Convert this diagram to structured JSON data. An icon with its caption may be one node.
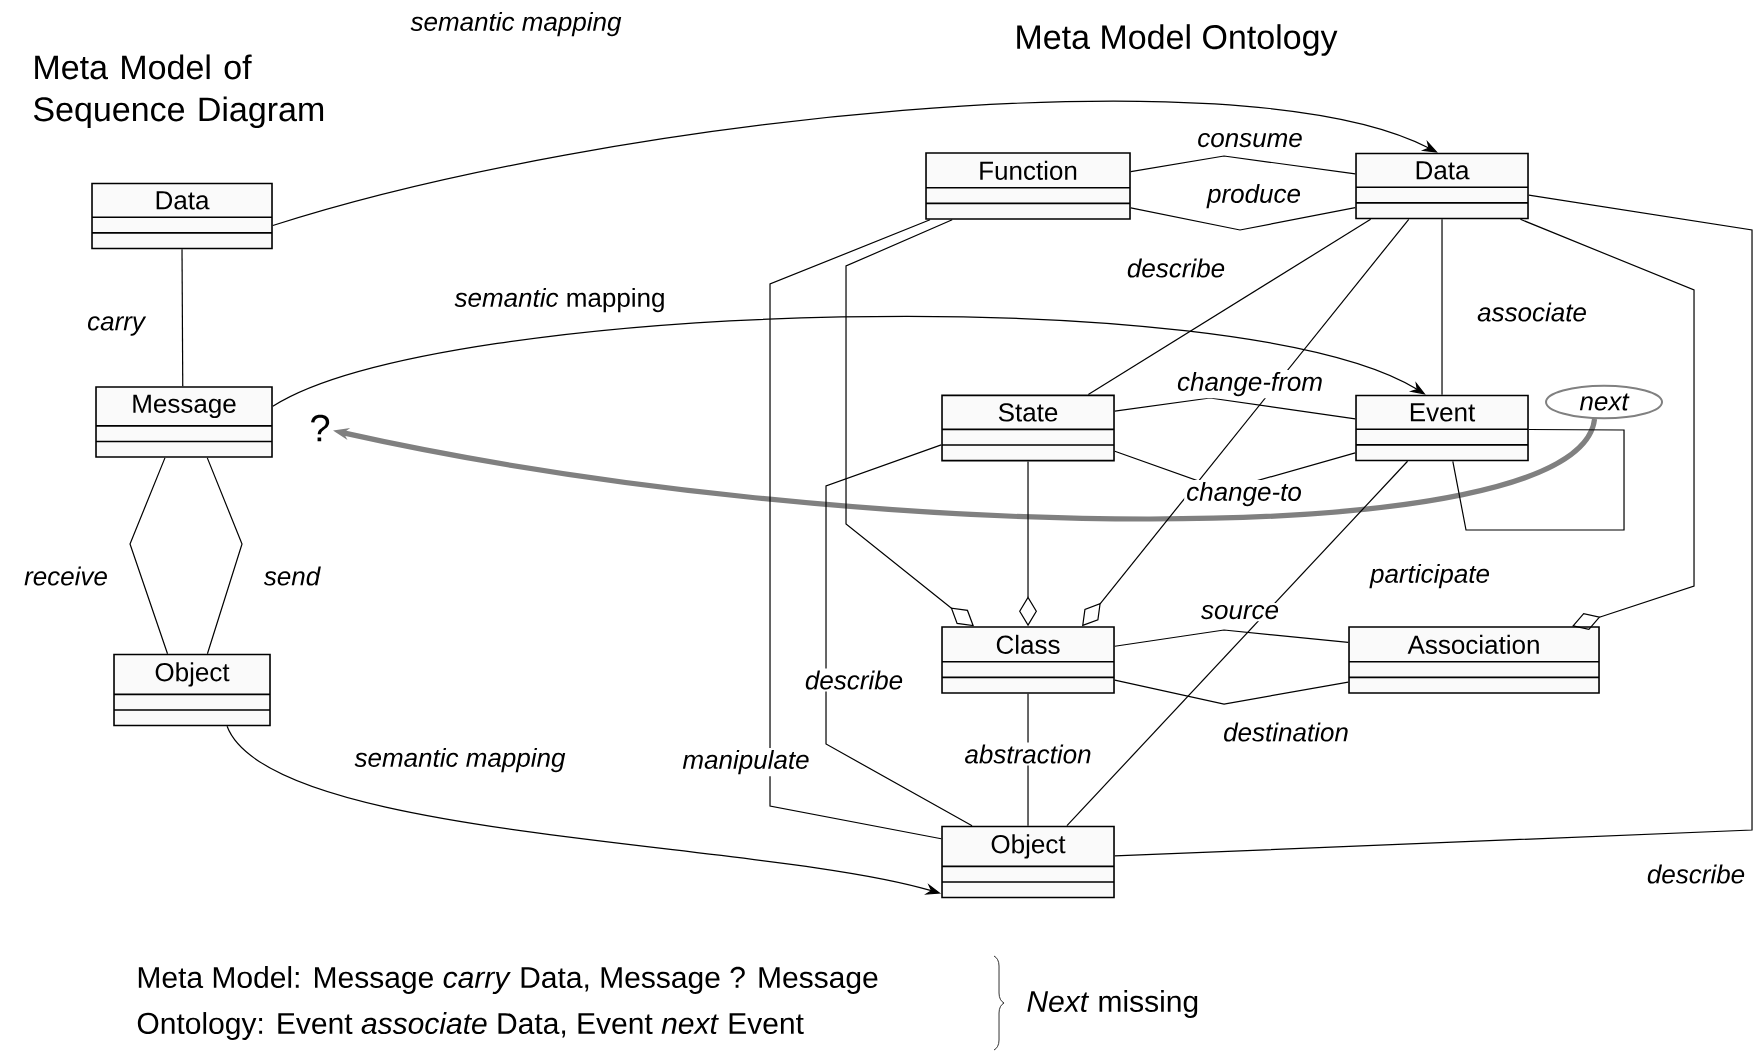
{
  "diagram": {
    "nodes": [
      {
        "text": [
          "Data"
        ]
      },
      {
        "text": [
          "Message"
        ]
      },
      {
        "text": [
          "Object"
        ]
      },
      {
        "text": [
          "Function"
        ]
      },
      {
        "text": [
          "Data"
        ]
      },
      {
        "text": [
          "State"
        ]
      },
      {
        "text": [
          "Event"
        ]
      },
      {
        "text": [
          "next"
        ]
      },
      {
        "text": [
          "?"
        ]
      },
      {
        "text": [
          "Class"
        ]
      },
      {
        "text": [
          "Association"
        ]
      },
      {
        "text": [
          "Object"
        ]
      }
    ],
    "edges": [
      {
        "from": 0,
        "to": 4,
        "arrow": "to",
        "label": "semantic mapping"
      },
      {
        "from": 0,
        "to": 1,
        "arrow": "none",
        "label": "carry"
      },
      {
        "from": 1,
        "to": 6,
        "arrow": "to",
        "label": "*semantic* mapping"
      },
      {
        "from": 1,
        "to": 2,
        "arrow": "none",
        "label": "receive"
      },
      {
        "from": 1,
        "to": 2,
        "arrow": "none",
        "label": "send"
      },
      {
        "from": 2,
        "to": 11,
        "arrow": "to",
        "label": "semantic mapping"
      },
      {
        "from": 7,
        "to": 8,
        "arrow": "to",
        "style": "thick",
        "color": "#808080"
      },
      {
        "from": 3,
        "to": 4,
        "arrow": "none",
        "label": "consume"
      },
      {
        "from": 3,
        "to": 4,
        "arrow": "none",
        "label": "produce"
      },
      {
        "from": 3,
        "to": 11,
        "arrow": "none",
        "label": "manipulate"
      },
      {
        "from": 3,
        "to": 9,
        "arrow": "other"
      },
      {
        "from": 4,
        "to": 5,
        "arrow": "none",
        "label": "describe"
      },
      {
        "from": 4,
        "to": 9,
        "arrow": "other"
      },
      {
        "from": 4,
        "to": 6,
        "arrow": "none",
        "label": "associate"
      },
      {
        "from": 4,
        "to": 10,
        "arrow": "other"
      },
      {
        "from": 4,
        "to": 11,
        "arrow": "none",
        "label": "describe"
      },
      {
        "from": 5,
        "to": 6,
        "arrow": "none",
        "label": "change-from"
      },
      {
        "from": 5,
        "to": 6,
        "arrow": "none",
        "label": "change-to"
      },
      {
        "from": 5,
        "to": 9,
        "arrow": "other"
      },
      {
        "from": 5,
        "to": 11,
        "arrow": "none",
        "label": "describe"
      },
      {
        "from": 6,
        "to": 6,
        "arrow": "none"
      },
      {
        "from": 6,
        "to": 11,
        "arrow": "none",
        "label": "participate"
      },
      {
        "from": 9,
        "to": 10,
        "arrow": "none",
        "label": "source"
      },
      {
        "from": 9,
        "to": 10,
        "arrow": "none",
        "label": "destination"
      },
      {
        "from": 9,
        "to": 11,
        "arrow": "none",
        "label": "abstraction"
      }
    ],
    "labels": [
      "Meta Model of Sequence Diagram",
      "Meta Model Ontology",
      "Meta Model: Message *carry* Data, Message ? Message",
      "Ontology: Event *associate* Data, Event *next* Event",
      "*Next* missing"
    ]
  }
}
